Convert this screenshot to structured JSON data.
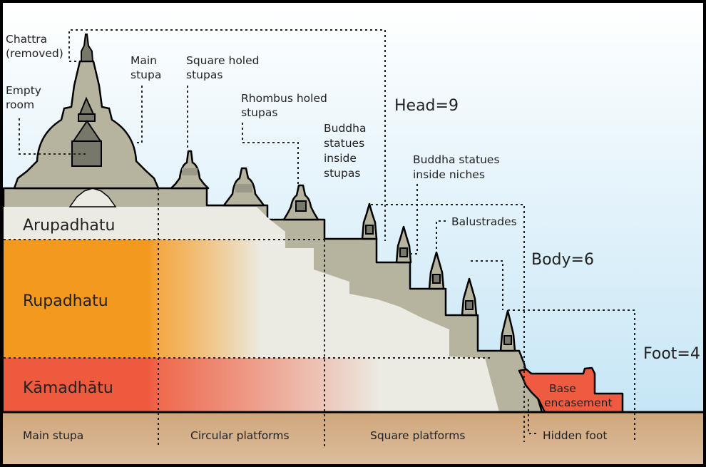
{
  "labels": {
    "chattra": [
      "Chattra",
      "(removed)"
    ],
    "empty_room": [
      "Empty",
      "room"
    ],
    "main_stupa": [
      "Main",
      "stupa"
    ],
    "square_holed": [
      "Square holed",
      "stupas"
    ],
    "rhombus_holed": [
      "Rhombus holed",
      "stupas"
    ],
    "buddha_stupas": [
      "Buddha",
      "statues",
      "inside",
      "stupas"
    ],
    "buddha_niches": [
      "Buddha statues",
      "inside niches"
    ],
    "balustrades": "Balustrades",
    "base_encasement": [
      "Base",
      "encasement"
    ],
    "hidden_foot": "Hidden foot"
  },
  "proportions": {
    "head": "Head=9",
    "body": "Body=6",
    "foot": "Foot=4"
  },
  "realms": [
    {
      "name": "Arupadhatu",
      "color": "#f7d000"
    },
    {
      "name": "Rupadhatu",
      "color": "#f39a1e"
    },
    {
      "name": "Kāmadhātu",
      "color": "#ee5a3e"
    }
  ],
  "ground_sections": [
    "Main stupa",
    "Circular platforms",
    "Square platforms"
  ],
  "colors": {
    "stone": "#b6b49e",
    "interior": "#ecebe3",
    "ground": "#d2aa80",
    "encasement": "#ef5b40"
  }
}
